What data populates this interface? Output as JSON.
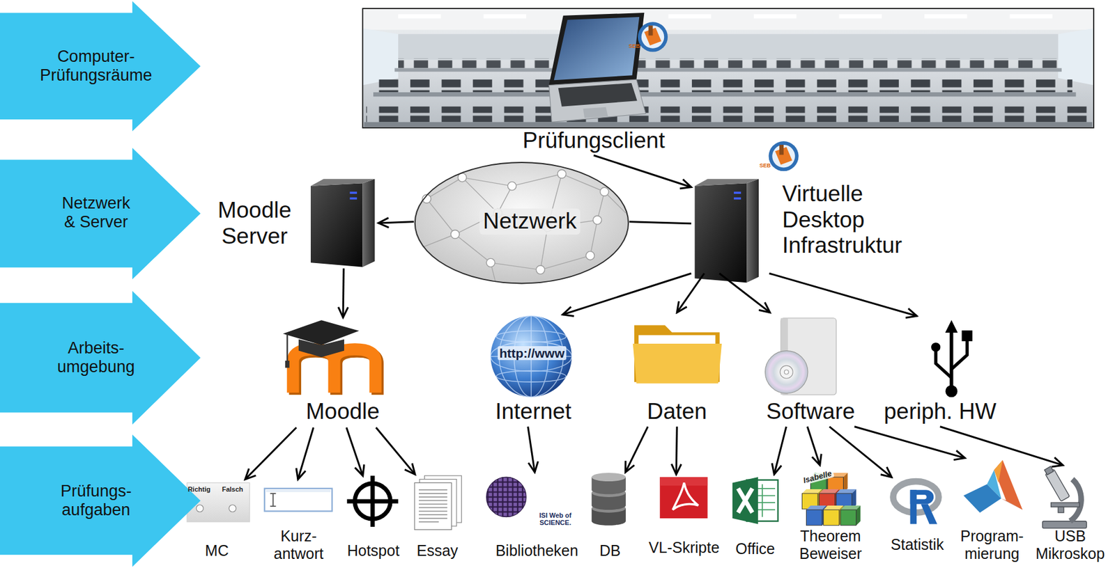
{
  "diagram": {
    "nodes": [
      {
        "text": [
          "Computer- Prüfungsräume"
        ]
      },
      {
        "text": [
          "Prüfungsclient"
        ]
      },
      {
        "text": [
          "Netzwerk & Server"
        ]
      },
      {
        "text": [
          "Moodle Server"
        ]
      },
      {
        "text": [
          "Netzwerk"
        ]
      },
      {
        "text": [
          "Virtuelle Desktop Infrastruktur"
        ]
      },
      {
        "text": [
          "Arbeits- umgebung"
        ]
      },
      {
        "text": [
          "Moodle"
        ]
      },
      {
        "text": [
          "Internet"
        ]
      },
      {
        "text": [
          "Daten"
        ]
      },
      {
        "text": [
          "Software"
        ]
      },
      {
        "text": [
          "periph. HW"
        ]
      },
      {
        "text": [
          "Prüfungs- aufgaben"
        ]
      },
      {
        "text": [
          "MC"
        ]
      },
      {
        "text": [
          "Kurz- antwort"
        ]
      },
      {
        "text": [
          "Hotspot"
        ]
      },
      {
        "text": [
          "Essay"
        ]
      },
      {
        "text": [
          "Bibliotheken"
        ]
      },
      {
        "text": [
          "DB"
        ]
      },
      {
        "text": [
          "VL-Skripte"
        ]
      },
      {
        "text": [
          "Office"
        ]
      },
      {
        "text": [
          "Theorem Beweiser"
        ]
      },
      {
        "text": [
          "Statistik"
        ]
      },
      {
        "text": [
          "Program- mierung"
        ]
      },
      {
        "text": [
          "USB Mikroskop"
        ]
      }
    ],
    "edges": [
      {
        "from": 1,
        "to": 5,
        "arrow": "to"
      },
      {
        "from": 4,
        "to": 3,
        "arrow": "to"
      },
      {
        "from": 5,
        "to": 4,
        "arrow": "none"
      },
      {
        "from": 3,
        "to": 7,
        "arrow": "to"
      },
      {
        "from": 5,
        "to": 8,
        "arrow": "to"
      },
      {
        "from": 5,
        "to": 9,
        "arrow": "to"
      },
      {
        "from": 5,
        "to": 10,
        "arrow": "to"
      },
      {
        "from": 5,
        "to": 11,
        "arrow": "to"
      },
      {
        "from": 7,
        "to": 13,
        "arrow": "to"
      },
      {
        "from": 7,
        "to": 14,
        "arrow": "to"
      },
      {
        "from": 7,
        "to": 15,
        "arrow": "to"
      },
      {
        "from": 7,
        "to": 16,
        "arrow": "to"
      },
      {
        "from": 8,
        "to": 17,
        "arrow": "to"
      },
      {
        "from": 9,
        "to": 18,
        "arrow": "to"
      },
      {
        "from": 9,
        "to": 19,
        "arrow": "to"
      },
      {
        "from": 10,
        "to": 20,
        "arrow": "to"
      },
      {
        "from": 10,
        "to": 21,
        "arrow": "to"
      },
      {
        "from": 10,
        "to": 22,
        "arrow": "to"
      },
      {
        "from": 10,
        "to": 23,
        "arrow": "to"
      },
      {
        "from": 11,
        "to": 24,
        "arrow": "to"
      }
    ],
    "labels": [
      "SEB",
      "SEB",
      "http://www",
      "Richtig",
      "Falsch",
      "ISI Web of SCIENCE.",
      "Isabelle"
    ]
  }
}
